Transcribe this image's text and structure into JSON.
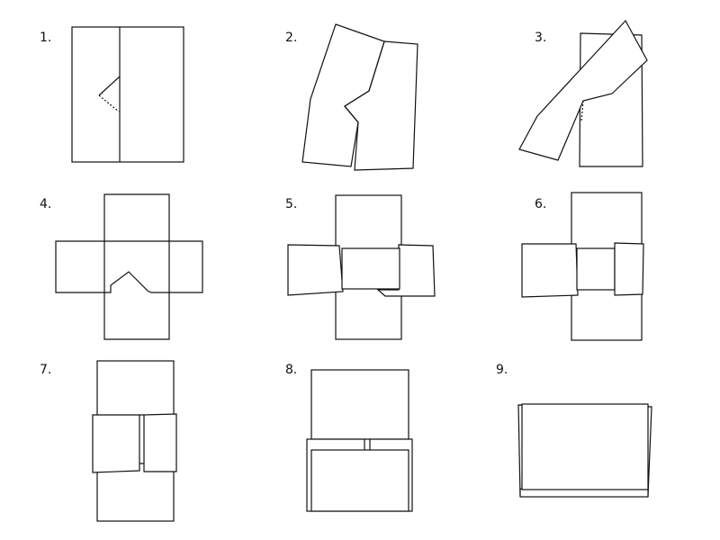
{
  "steps": [
    {
      "label": "1."
    },
    {
      "label": "2."
    },
    {
      "label": "3."
    },
    {
      "label": "4."
    },
    {
      "label": "5."
    },
    {
      "label": "6."
    },
    {
      "label": "7."
    },
    {
      "label": "8."
    },
    {
      "label": "9."
    }
  ]
}
